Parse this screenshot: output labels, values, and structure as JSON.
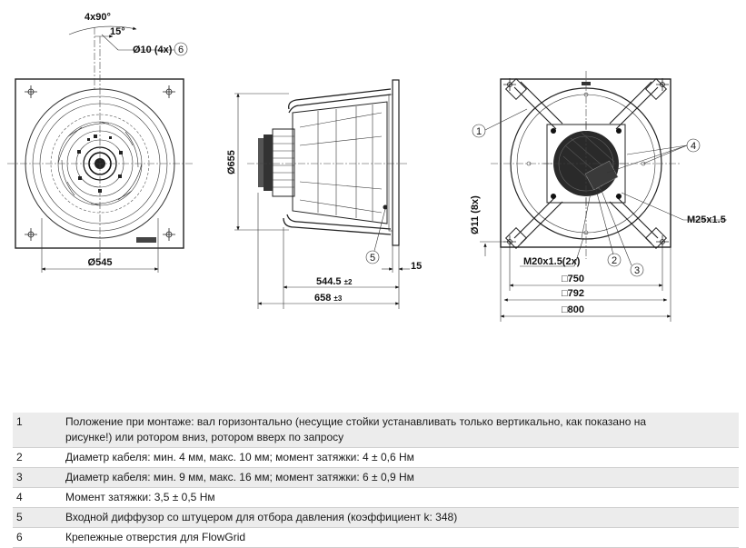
{
  "drawing": {
    "front_view": {
      "angle_label": "4x90°",
      "angle_small_label": "15°",
      "hole_label": "Ø10 (4x)",
      "hole_callout": "6",
      "diameter_label": "Ø545"
    },
    "side_view": {
      "height_label": "Ø655",
      "callout": "5",
      "flange_label": "15",
      "depth_inner_label": "544.5",
      "depth_inner_tol": "±2",
      "depth_outer_label": "658",
      "depth_outer_tol": "±3"
    },
    "rear_view": {
      "callout_1": "1",
      "callout_2": "2",
      "callout_3": "3",
      "callout_4": "4",
      "m25_label": "M25x1.5",
      "m20_label": "M20x1.5(2x)",
      "hole_label": "Ø11 (8x)",
      "dim_750": "□750",
      "dim_792": "□792",
      "dim_800": "□800"
    }
  },
  "legend": [
    {
      "num": "1",
      "lines": [
        "Положение при монтаже: вал горизонтально (несущие стойки устанавливать только вертикально, как показано на",
        "рисунке!) или ротором вниз, ротором вверх по запросу"
      ]
    },
    {
      "num": "2",
      "lines": [
        "Диаметр кабеля: мин. 4 мм, макс. 10 мм; момент затяжки: 4 ± 0,6 Нм"
      ]
    },
    {
      "num": "3",
      "lines": [
        "Диаметр кабеля: мин. 9 мм, макс. 16 мм; момент затяжки: 6 ± 0,9 Нм"
      ]
    },
    {
      "num": "4",
      "lines": [
        "Момент затяжки: 3,5 ± 0,5 Нм"
      ]
    },
    {
      "num": "5",
      "lines": [
        "Входной диффузор со штуцером для отбора давления (коэффициент k: 348)"
      ]
    },
    {
      "num": "6",
      "lines": [
        "Крепежные отверстия для FlowGrid"
      ]
    }
  ]
}
